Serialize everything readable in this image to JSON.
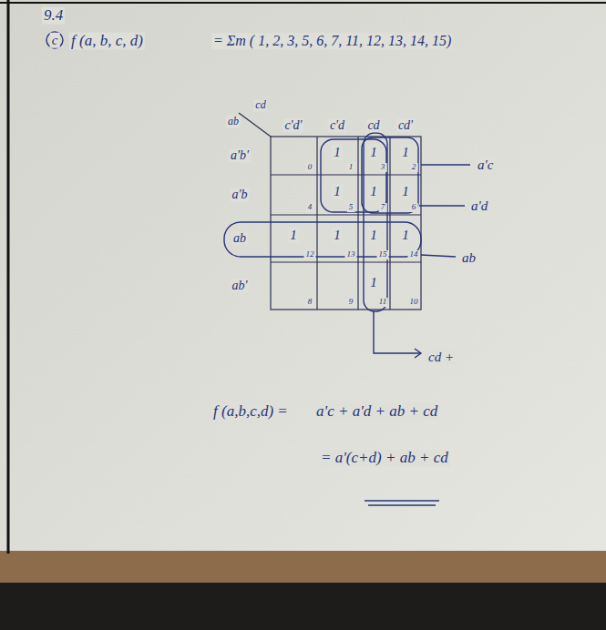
{
  "diagram": {
    "title": "9.4",
    "labels": [
      "c",
      "f (a, b, c, d)",
      "= Σm ( 1, 2, 3, 5, 6, 7, 11, 12, 13, 14, 15)",
      "cd",
      "ab",
      "c'd'",
      "c'd",
      "cd",
      "cd'",
      "a'b'",
      "a'b",
      "ab",
      "ab'",
      "1",
      "1",
      "1",
      "1",
      "1",
      "1",
      "1",
      "1",
      "1",
      "1",
      "1",
      "0",
      "1",
      "3",
      "2",
      "4",
      "5",
      "7",
      "6",
      "12",
      "13",
      "15",
      "14",
      "8",
      "9",
      "11",
      "10",
      "a'c",
      "a'd",
      "ab",
      "cd +",
      "f (a,b,c,d) =",
      "a'c + a'd + ab + cd",
      "= a'(c+d) + ab + cd"
    ]
  }
}
